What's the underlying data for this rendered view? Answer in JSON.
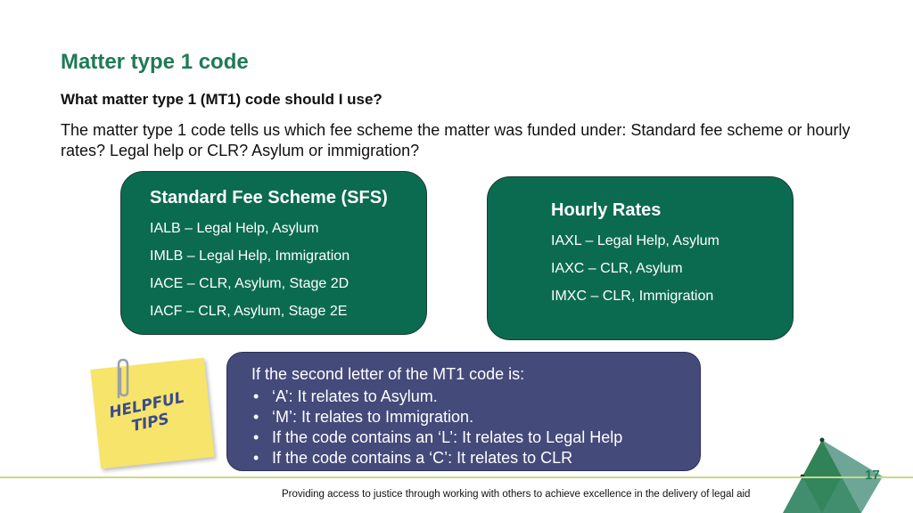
{
  "slide": {
    "title": "Matter type 1 code",
    "subtitle": "What matter type 1 (MT1) code should I use?",
    "intro": "The matter type 1 code tells us which fee scheme the matter was funded under: Standard fee scheme or hourly rates? Legal help or CLR? Asylum or immigration?"
  },
  "sfs_box": {
    "heading": "Standard Fee Scheme (SFS)",
    "codes": [
      "IALB – Legal Help, Asylum",
      "IMLB – Legal Help, Immigration",
      "IACE – CLR, Asylum, Stage 2D",
      "IACF – CLR, Asylum, Stage 2E"
    ]
  },
  "hourly_box": {
    "heading": "Hourly Rates",
    "codes": [
      "IAXL – Legal Help, Asylum",
      "IAXC – CLR, Asylum",
      "IMXC – CLR, Immigration"
    ]
  },
  "tips": {
    "lead": "If the second letter of the MT1 code is:",
    "items": [
      "‘A’: It relates to Asylum.",
      "‘M’: It relates to Immigration.",
      "If the code contains an ‘L’: It relates to Legal Help",
      "If the code contains a ‘C’: It relates to CLR"
    ]
  },
  "sticky_note": {
    "line1": "HELPFUL",
    "line2": "TIPS"
  },
  "footer": {
    "text": "Providing access to justice through working with others to achieve excellence in the delivery of legal aid",
    "page_number": "17"
  },
  "colors": {
    "title_green": "#1f7a55",
    "box_green": "#0b6b50",
    "tips_blue": "#444a7a",
    "sticky_yellow": "#f7e46a",
    "footer_line": "#c9d887"
  },
  "icons": {
    "sticky": "sticky-note-icon",
    "clip": "paperclip-icon"
  }
}
